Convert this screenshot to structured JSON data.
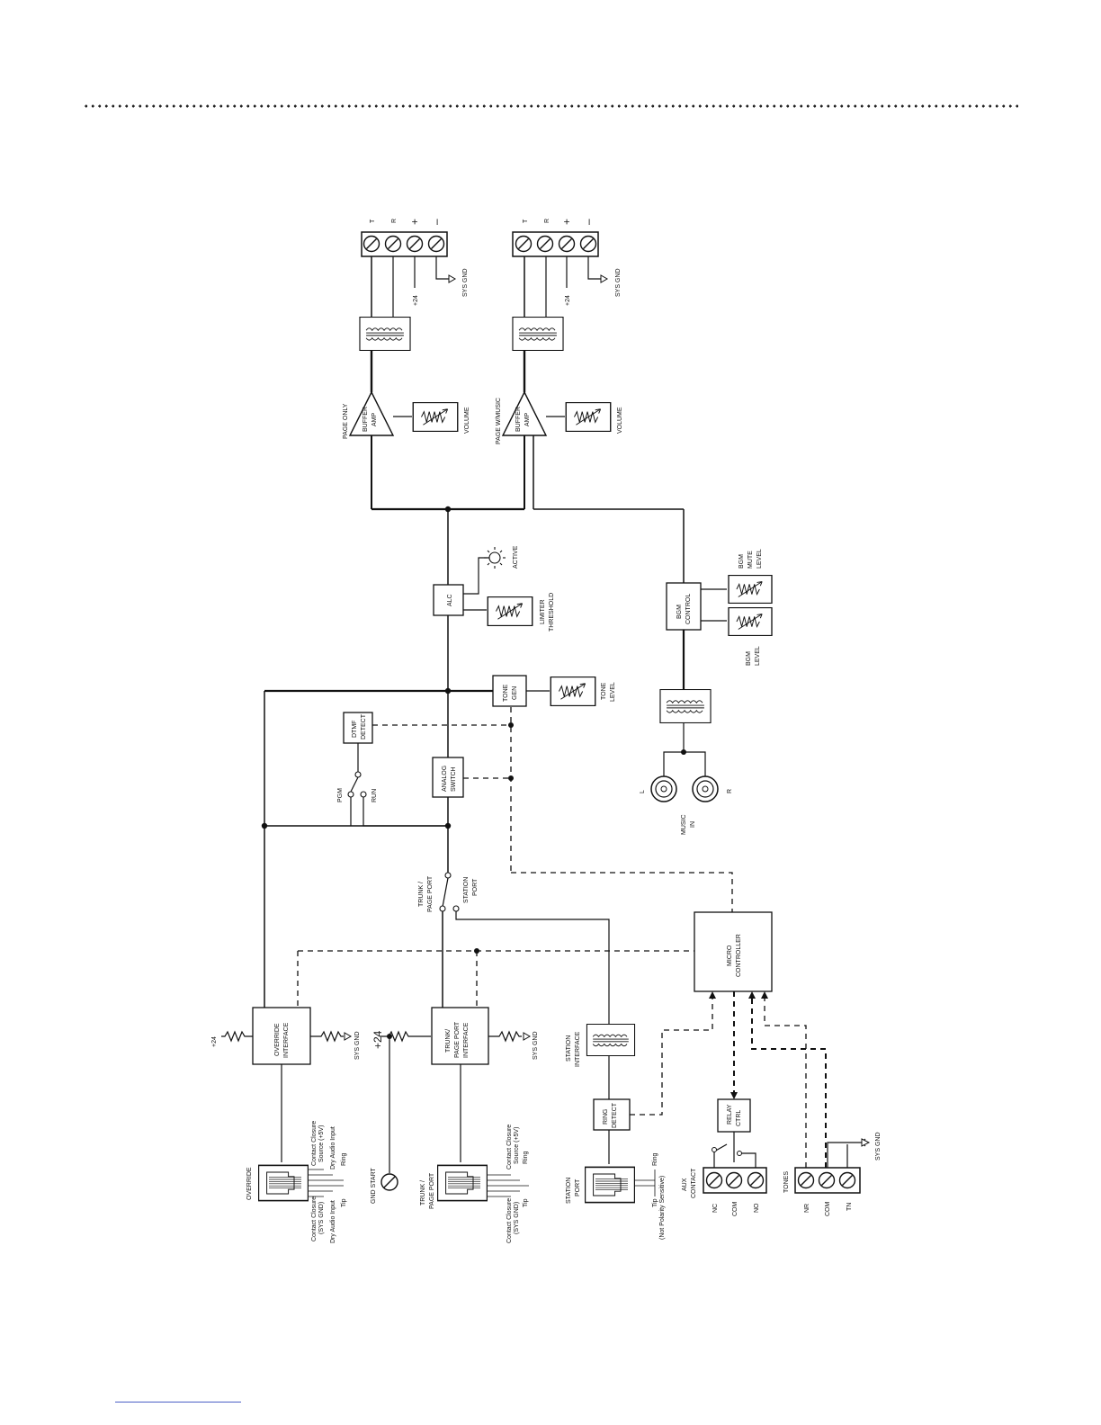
{
  "terminals_top": {
    "t": "T",
    "r": "R",
    "plus": "+",
    "minus": "–",
    "plus24": "+24",
    "sys_gnd": "SYS GND"
  },
  "amps": {
    "page_only": "PAGE ONLY",
    "page_w_music": "PAGE W/MUSIC",
    "buffer": "BUFFER",
    "amp": "AMP",
    "volume": "VOLUME"
  },
  "alc": {
    "label": "ALC",
    "active": "ACTIVE",
    "limiter": "LIMITER",
    "threshold": "THRESHOLD"
  },
  "bgm": {
    "control_1": "BGM",
    "control_2": "CONTROL",
    "mute_1": "BGM",
    "mute_2": "MUTE",
    "mute_3": "LEVEL",
    "level_1": "BGM",
    "level_2": "LEVEL"
  },
  "tone": {
    "gen_1": "TONE",
    "gen_2": "GEN",
    "level_1": "TONE",
    "level_2": "LEVEL"
  },
  "dtmf": {
    "l1": "DTMF",
    "l2": "DETECT"
  },
  "analog": {
    "l1": "ANALOG",
    "l2": "SWITCH"
  },
  "pgm_run": {
    "pgm": "PGM",
    "run": "RUN"
  },
  "music": {
    "l": "L",
    "r": "R",
    "l1": "MUSIC",
    "l2": "IN"
  },
  "port_switch": {
    "trunk_1": "TRUNK /",
    "trunk_2": "PAGE PORT",
    "station_1": "STATION",
    "station_2": "PORT"
  },
  "micro": {
    "l1": "MICRO",
    "l2": "CONTROLLER"
  },
  "override": {
    "interface_1": "OVERRIDE",
    "interface_2": "INTERFACE",
    "plus24": "+24",
    "sys_gnd": "SYS GND",
    "jack": "OVERRIDE",
    "cc_src_1": "Contact Closure",
    "cc_src_2": "Source (+5V)",
    "dry_in_r": "Dry Audio Input",
    "ring": "Ring",
    "cc_gnd_1": "Contact Closure",
    "cc_gnd_2": "(SYS GND)",
    "dry_in_l": "Dry Audio Input",
    "tip": "Tip"
  },
  "trunk": {
    "interface_1": "TRUNK/",
    "interface_2": "PAGE PORT",
    "interface_3": "INTERFACE",
    "plus24": "+24",
    "sys_gnd": "SYS GND",
    "jack_1": "TRUNK /",
    "jack_2": "PAGE PORT",
    "cc_src_1": "Contact Closure",
    "cc_src_2": "Source (+5V)",
    "ring": "Ring",
    "cc_gnd_1": "Contact Closure",
    "cc_gnd_2": "(SYS GND)",
    "tip": "Tip"
  },
  "gnd_start": "GND START",
  "station": {
    "interface_1": "STATION",
    "interface_2": "INTERFACE",
    "ring_1": "RING",
    "ring_2": "DETECT",
    "jack_1": "STATION",
    "jack_2": "PORT",
    "ring": "Ring",
    "tip": "Tip",
    "note": "(Not Polarity Sensitive)"
  },
  "relay": {
    "l1": "RELAY",
    "l2": "CTRL"
  },
  "aux": {
    "l1": "AUX",
    "l2": "CONTACT",
    "nc": "NC",
    "com": "COM",
    "no": "NO"
  },
  "tones": {
    "label": "TONES",
    "nr": "NR",
    "com": "COM",
    "tn": "TN",
    "sys_gnd": "SYS GND"
  }
}
